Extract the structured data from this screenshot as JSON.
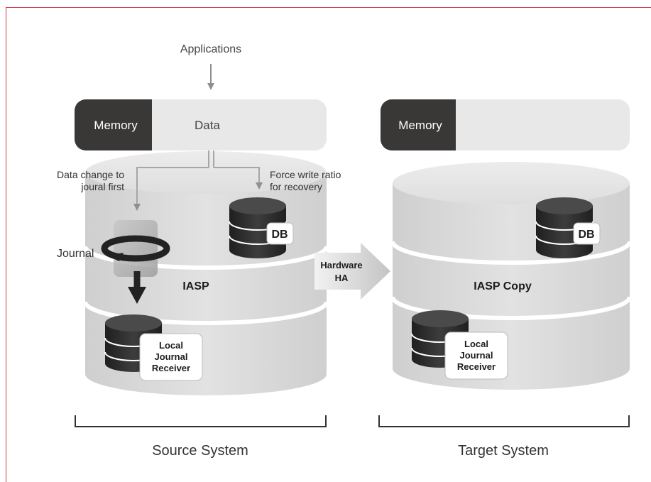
{
  "source": {
    "applications_label": "Applications",
    "memory_label": "Memory",
    "data_label": "Data",
    "data_change_line1": "Data change to",
    "data_change_line2": "joural first",
    "force_write_line1": "Force write ratio",
    "force_write_line2": "for recovery",
    "journal_label": "Journal",
    "db_label": "DB",
    "iasp_label": "IASP",
    "receiver_line1": "Local",
    "receiver_line2": "Journal",
    "receiver_line3": "Receiver",
    "caption": "Source System"
  },
  "link": {
    "line1": "Hardware",
    "line2": "HA"
  },
  "target": {
    "memory_label": "Memory",
    "db_label": "DB",
    "iasp_label": "IASP Copy",
    "receiver_line1": "Local",
    "receiver_line2": "Journal",
    "receiver_line3": "Receiver",
    "caption": "Target System"
  },
  "colors": {
    "memory_dark": "#3a3737",
    "memory_light": "#e8e8e8",
    "cylinder": "#d9d9d9",
    "db_dark": "#2b2b2b",
    "arrow_gray": "#a6a6a6",
    "frame": "#d9343f"
  }
}
